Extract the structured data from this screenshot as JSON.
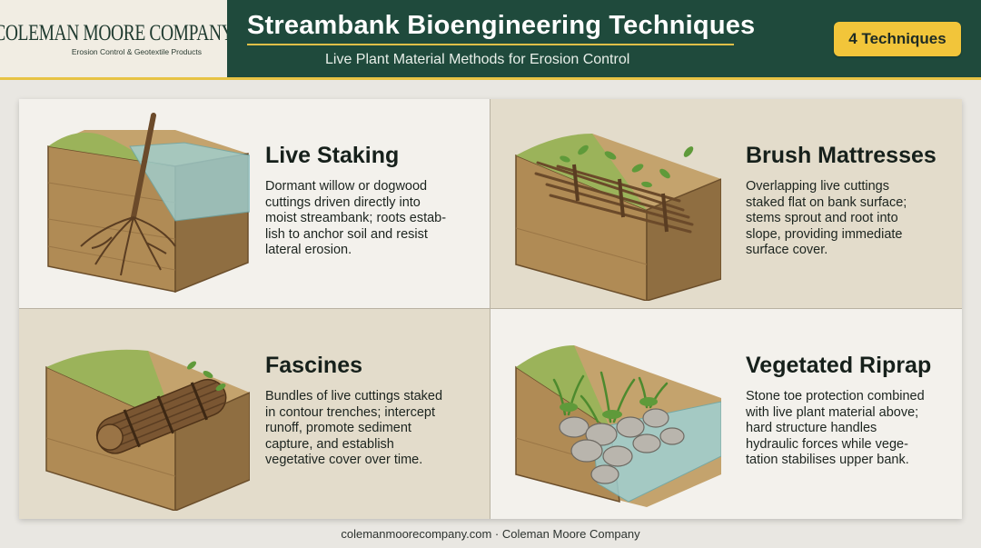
{
  "brand": {
    "name": "COLEMAN MOORE COMPANY",
    "tagline": "Erosion Control & Geotextile Products"
  },
  "header": {
    "title": "Streambank Bioengineering Techniques",
    "subtitle": "Live Plant Material Methods for Erosion Control",
    "badge": "4 Techniques"
  },
  "techniques": [
    {
      "title": "Live Staking",
      "description": "Dormant willow or dogwood\ncuttings driven directly into\nmoist streambank; roots estab-\nlish to anchor soil and resist\nlateral erosion."
    },
    {
      "title": "Brush Mattresses",
      "description": "Overlapping live cuttings\nstaked flat on bank surface;\nstems sprout and root into\nslope, providing immediate\nsurface cover."
    },
    {
      "title": "Fascines",
      "description": "Bundles of live cuttings staked\nin contour trenches; intercept\nrunoff, promote sediment\ncapture, and establish\nvegetative cover over time."
    },
    {
      "title": "Vegetated Riprap",
      "description": "Stone toe protection combined\nwith live plant material above;\nhard structure handles\nhydraulic forces while vege-\ntation stabilises upper bank."
    }
  ],
  "footer": "colemanmoorecompany.com · Coleman Moore Company",
  "colors": {
    "header_green": "#1f4a3c",
    "accent_gold": "#f2c53a",
    "card_light": "#f3f1ec",
    "card_tan": "#e3dccb"
  }
}
